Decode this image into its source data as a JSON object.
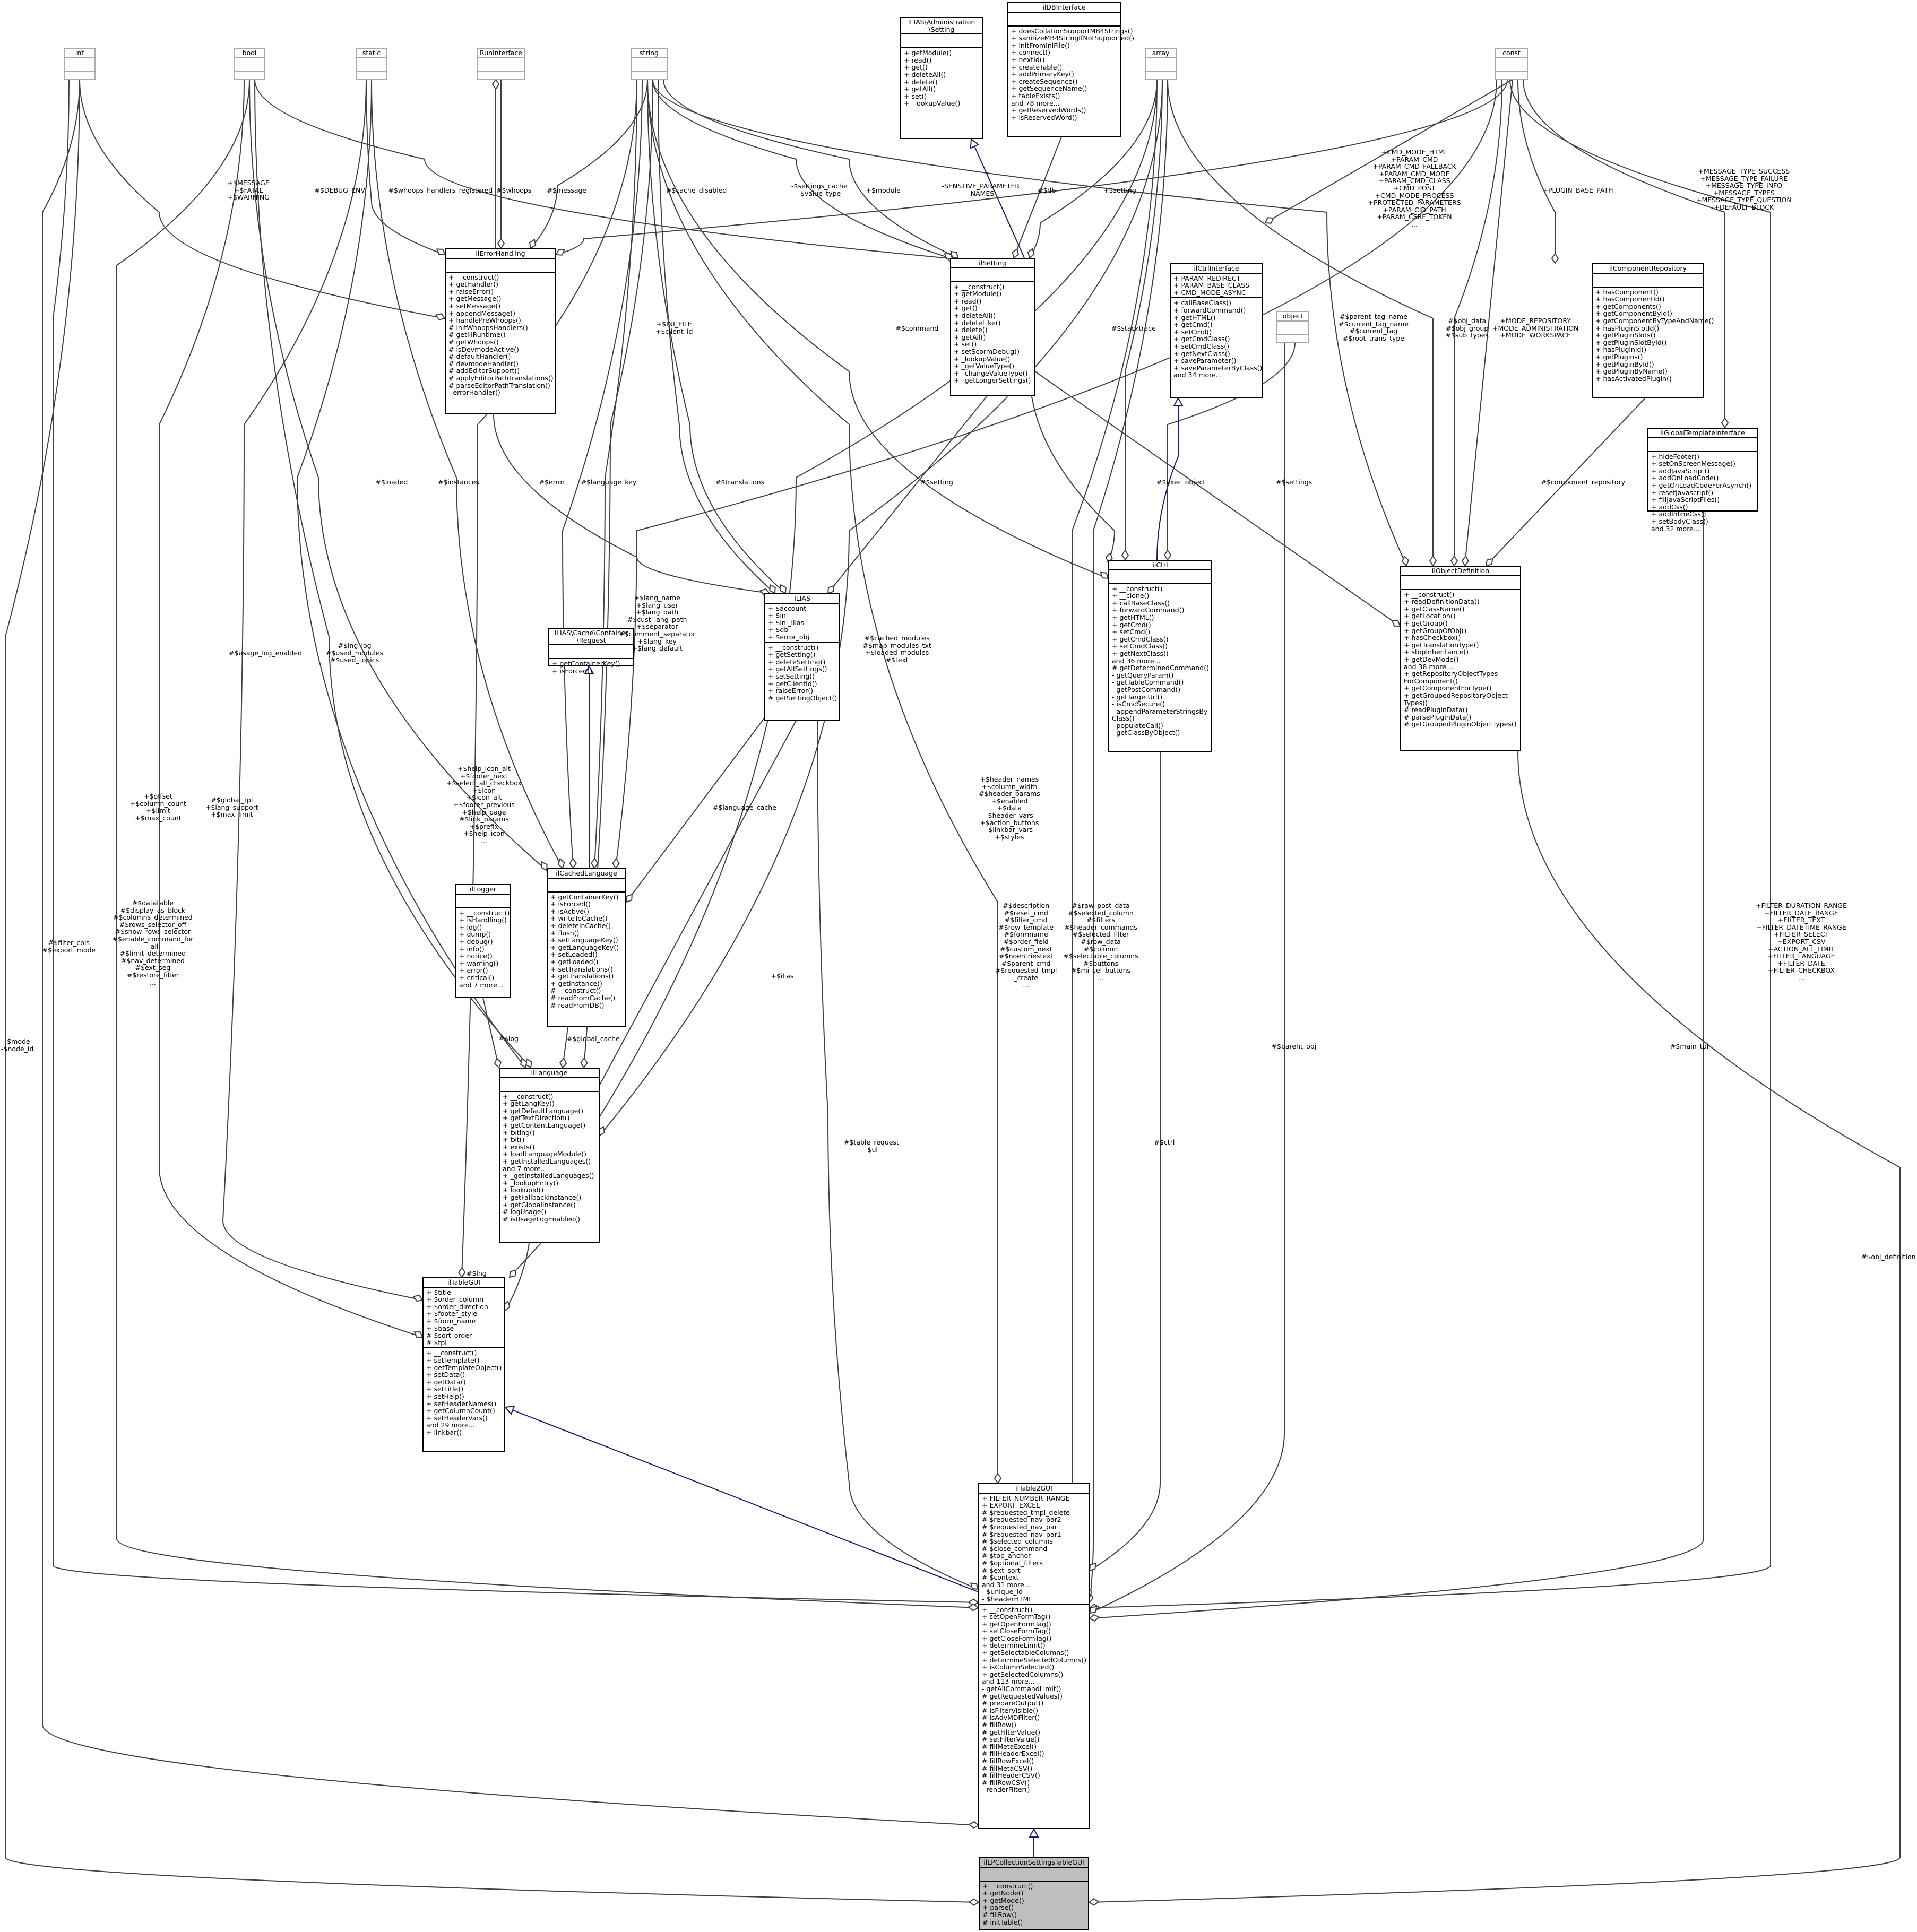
{
  "classes": {
    "int": {
      "title": "int",
      "attrs": [],
      "methods": []
    },
    "bool": {
      "title": "bool",
      "attrs": [],
      "methods": []
    },
    "static": {
      "title": "static",
      "attrs": [],
      "methods": []
    },
    "run": {
      "title": "RunInterface",
      "attrs": [],
      "methods": []
    },
    "string": {
      "title": "string",
      "attrs": [],
      "methods": []
    },
    "ilias_setting": {
      "title": "ILIAS\\Administration\n\\Setting",
      "attrs": [],
      "methods": [
        "+ getModule()",
        "+ read()",
        "+ get()",
        "+ deleteAll()",
        "+ delete()",
        "+ getAll()",
        "+ set()",
        "+ _lookupValue()"
      ]
    },
    "dbi": {
      "title": "ilDBInterface",
      "attrs": [],
      "methods": [
        "+ doesCollationSupportMB4Strings()",
        "+ sanitizeMB4StringIfNotSupported()",
        "+ initFromIniFile()",
        "+ connect()",
        "+ nextId()",
        "+ createTable()",
        "+ addPrimaryKey()",
        "+ createSequence()",
        "+ getSequenceName()",
        "+ tableExists()",
        "and 78 more...",
        "+ getReservedWords()",
        "+ isReservedWord()"
      ]
    },
    "array": {
      "title": "array",
      "attrs": [],
      "methods": []
    },
    "const": {
      "title": "const",
      "attrs": [],
      "methods": []
    },
    "err": {
      "title": "ilErrorHandling",
      "attrs": [],
      "methods": [
        "+ __construct()",
        "+ getHandler()",
        "+ raiseError()",
        "+ getMessage()",
        "+ setMessage()",
        "+ appendMessage()",
        "+ handlePreWhoops()",
        "# initWhoopsHandlers()",
        "# getIliRuntime()",
        "# getWhoops()",
        "# isDevmodeActive()",
        "# defaultHandler()",
        "# devmodeHandler()",
        "# addEditorSupport()",
        "# applyEditorPathTranslations()",
        "# parseEditorPathTranslation()",
        "- errorHandler()"
      ]
    },
    "ilsetting": {
      "title": "ilSetting",
      "attrs": [],
      "methods": [
        "+ __construct()",
        "+ getModule()",
        "+ read()",
        "+ get()",
        "+ deleteAll()",
        "+ deleteLike()",
        "+ delete()",
        "+ getAll()",
        "+ set()",
        "+ setScormDebug()",
        "+ _lookupValue()",
        "+ _getValueType()",
        "+ _changeValueType()",
        "+ _getLongerSettings()"
      ]
    },
    "ctrlif": {
      "title": "ilCtrlInterface",
      "attrs": [
        "+ PARAM_REDIRECT",
        "+ PARAM_BASE_CLASS",
        "+ CMD_MODE_ASYNC"
      ],
      "methods": [
        "+ callBaseClass()",
        "+ forwardCommand()",
        "+ getHTML()",
        "+ getCmd()",
        "+ setCmd()",
        "+ getCmdClass()",
        "+ setCmdClass()",
        "+ getNextClass()",
        "+ saveParameter()",
        "+ saveParameterByClass()",
        "and 34 more..."
      ]
    },
    "object": {
      "title": "object",
      "attrs": [],
      "methods": []
    },
    "comprepo": {
      "title": "ilComponentRepository",
      "attrs": [],
      "methods": [
        "+ hasComponent()",
        "+ hasComponentId()",
        "+ getComponents()",
        "+ getComponentById()",
        "+ getComponentByTypeAndName()",
        "+ hasPluginSlotId()",
        "+ getPluginSlots()",
        "+ getPluginSlotById()",
        "+ hasPluginId()",
        "+ getPlugins()",
        "+ getPluginById()",
        "+ getPluginByName()",
        "+ hasActivatedPlugin()"
      ]
    },
    "gtpl": {
      "title": "ilGlobalTemplateInterface",
      "attrs": [],
      "methods": [
        "+ hideFooter()",
        "+ setOnScreenMessage()",
        "+ addJavaScript()",
        "+ addOnLoadCode()",
        "+ getOnLoadCodeForAsynch()",
        "+ resetJavascript()",
        "+ fillJavaScriptFiles()",
        "+ addCss()",
        "+ addInlineCss()",
        "+ setBodyClass()",
        "and 32 more..."
      ]
    },
    "cachereq": {
      "title": "ILIAS\\Cache\\Container\n\\Request",
      "attrs": [],
      "methods": [
        "+ getContainerKey()",
        "+ isForced()"
      ]
    },
    "ilias": {
      "title": "ILIAS",
      "attrs": [
        "+ $account",
        "+ $ini",
        "+ $ini_ilias",
        "+ $db",
        "+ $error_obj"
      ],
      "methods": [
        "+ __construct()",
        "+ getSetting()",
        "+ deleteSetting()",
        "+ getAllSettings()",
        "+ setSetting()",
        "+ getClientId()",
        "+ raiseError()",
        "# getSettingObject()"
      ]
    },
    "ctrl": {
      "title": "ilCtrl",
      "attrs": [],
      "methods": [
        "+ __construct()",
        "+ __clone()",
        "+ callBaseClass()",
        "+ forwardCommand()",
        "+ getHTML()",
        "+ getCmd()",
        "+ setCmd()",
        "+ getCmdClass()",
        "+ setCmdClass()",
        "+ getNextClass()",
        "and 36 more...",
        "# getDeterminedCommand()",
        "- getQueryParam()",
        "- getTableCommand()",
        "- getPostCommand()",
        "- getTargetUrl()",
        "- isCmdSecure()",
        "- appendParameterStringsBy",
        "Class()",
        "- populateCall()",
        "- getClassByObject()"
      ]
    },
    "objdef": {
      "title": "ilObjectDefinition",
      "attrs": [],
      "methods": [
        "+ __construct()",
        "+ readDefinitionData()",
        "+ getClassName()",
        "+ getLocation()",
        "+ getGroup()",
        "+ getGroupOfObj()",
        "+ hasCheckbox()",
        "+ getTranslationType()",
        "+ stopInheritance()",
        "+ getDevMode()",
        "and 38 more...",
        "+ getRepositoryObjectTypes",
        "ForComponent()",
        "+ getComponentForType()",
        "+ getGroupedRepositoryObject",
        "Types()",
        "# readPluginData()",
        "# parsePluginData()",
        "# getGroupedPluginObjectTypes()"
      ]
    },
    "cachedlang": {
      "title": "ilCachedLanguage",
      "attrs": [],
      "methods": [
        "+ getContainerKey()",
        "+ isForced()",
        "+ isActive()",
        "+ writeToCache()",
        "+ deleteInCache()",
        "+ flush()",
        "+ setLanguageKey()",
        "+ getLanguageKey()",
        "+ setLoaded()",
        "+ getLoaded()",
        "+ setTranslations()",
        "+ getTranslations()",
        "+ getInstance()",
        "# __construct()",
        "# readFromCache()",
        "# readFromDB()"
      ]
    },
    "logger": {
      "title": "ilLogger",
      "attrs": [],
      "methods": [
        "+ __construct()",
        "+ isHandling()",
        "+ log()",
        "+ dump()",
        "+ debug()",
        "+ info()",
        "+ notice()",
        "+ warning()",
        "+ error()",
        "+ critical()",
        "and 7 more..."
      ]
    },
    "lang": {
      "title": "ilLanguage",
      "attrs": [],
      "methods": [
        "+ __construct()",
        "+ getLangKey()",
        "+ getDefaultLanguage()",
        "+ getTextDirection()",
        "+ getContentLanguage()",
        "+ txtlng()",
        "+ txt()",
        "+ exists()",
        "+ loadLanguageModule()",
        "+ getInstalledLanguages()",
        "and 7 more...",
        "+ _getInstalledLanguages()",
        "+ _lookupEntry()",
        "+ lookupId()",
        "+ getFallbackInstance()",
        "+ getGlobalInstance()",
        "# logUsage()",
        "# isUsageLogEnabled()"
      ]
    },
    "tablegui": {
      "title": "ilTableGUI",
      "attrs": [
        "+ $title",
        "+ $order_column",
        "+ $order_direction",
        "+ $footer_style",
        "+ $form_name",
        "+ $base",
        "# $sort_order",
        "# $tpl"
      ],
      "methods": [
        "+ __construct()",
        "+ setTemplate()",
        "+ getTemplateObject()",
        "+ setData()",
        "+ getData()",
        "+ setTitle()",
        "+ setHelp()",
        "+ setHeaderNames()",
        "+ getColumnCount()",
        "+ setHeaderVars()",
        "and 29 more...",
        "+ linkbar()"
      ]
    },
    "table2gui": {
      "title": "ilTable2GUI",
      "attrs": [
        "+ FILTER_NUMBER_RANGE",
        "+ EXPORT_EXCEL",
        "# $requested_tmpl_delete",
        "# $requested_nav_par2",
        "# $requested_nav_par",
        "# $requested_nav_par1",
        "# $selected_columns",
        "# $close_command",
        "# $top_anchor",
        "# $optional_filters",
        "# $ext_sort",
        "# $context",
        "and 31 more...",
        "- $unique_id",
        "- $headerHTML"
      ],
      "methods": [
        "+ __construct()",
        "+ setOpenFormTag()",
        "+ getOpenFormTag()",
        "+ setCloseFormTag()",
        "+ getCloseFormTag()",
        "+ determineLimit()",
        "+ getSelectableColumns()",
        "+ determineSelectedColumns()",
        "+ isColumnSelected()",
        "+ getSelectedColumns()",
        "and 113 more...",
        "- getAllCommandLimit()",
        "# getRequestedValues()",
        "# prepareOutput()",
        "# isFilterVisible()",
        "# isAdvMDFilter()",
        "# fillRow()",
        "# getFilterValue()",
        "# setFilterValue()",
        "# fillMetaExcel()",
        "# fillHeaderExcel()",
        "# fillRowExcel()",
        "# fillMetaCSV()",
        "# fillHeaderCSV()",
        "# fillRowCSV()",
        "- renderFilter()"
      ]
    },
    "current": {
      "title": "ilLPCollectionSettingsTableGUI",
      "attrs": [],
      "methods": [
        "+ __construct()",
        "+ getNode()",
        "+ getMode()",
        "+ parse()",
        "# fillRow()",
        "# initTable()"
      ]
    }
  },
  "edge_labels": {
    "messages": "+$MESSAGE\n+$FATAL\n+$WARNING",
    "debug_env": "#$DEBUG_ENV",
    "whoops_reg": "#$whoops_handlers_registered",
    "whoops": "#$whoops",
    "message": "#$message",
    "cache_disabled": "#$cache_disabled",
    "settings_cache": "-$settings_cache\n-$value_type",
    "module": "+$module",
    "sensitive": "-SENSTIVE_PARAMETER\n_NAMES",
    "db": "#$db",
    "setting_ilsetting": "+$setting",
    "cmd_consts": "+CMD_MODE_HTML\n+PARAM_CMD\n+PARAM_CMD_FALLBACK\n+PARAM_CMD_MODE\n+PARAM_CMD_CLASS\n+CMD_POST\n+CMD_MODE_PROCESS\n+PROTECTED_PARAMETERS\n+PARAM_CID_PATH\n+PARAM_CSRF_TOKEN\n...",
    "plugin_base": "+PLUGIN_BASE_PATH",
    "message_types": "+MESSAGE_TYPE_SUCCESS\n+MESSAGE_TYPE_FAILURE\n+MESSAGE_TYPE_INFO\n+MESSAGE_TYPES\n+MESSAGE_TYPE_QUESTION\n+DEFAULT_BLOCK",
    "ini_file": "+$INI_FILE\n+$client_id",
    "command": "#$command",
    "stacktrace": "#$stacktrace",
    "parent_tag": "#$parent_tag_name\n#$current_tag_name\n#$current_tag\n#$root_trans_type",
    "obj_data": "#$obj_data\n#$obj_group\n#$sub_types",
    "mode_repo": "+MODE_REPOSITORY\n+MODE_ADMINISTRATION\n+MODE_WORKSPACE",
    "loaded": "#$loaded",
    "instances": "#$instances",
    "error": "#$error",
    "language_key": "#$language_key",
    "translations": "#$translations",
    "setting_ilias": "#$setting",
    "exec_object": "#$exec_object",
    "settings": "#$settings",
    "component_repository": "#$component_repository",
    "usage_log": "#$usage_log_enabled",
    "lng_log": "#$lng_log\n#$used_modules\n#$used_topics",
    "lang_name": "+$lang_name\n+$lang_user\n+$lang_path\n#$cust_lang_path\n+$separator\n+$comment_separator\n+$lang_key\n+$lang_default",
    "cached_modules": "#$cached_modules\n#$map_modules_txt\n+$loaded_modules\n#$text",
    "language_cache": "#$language_cache",
    "offset": "+$offset\n+$column_count\n+$limit\n+$max_count",
    "global_tpl": "#$global_tpl\n+$lang_support\n+$max_limit",
    "help_icon": "+$help_icon_alt\n+$footer_next\n+$select_all_checkbox\n+$icon\n+$icon_alt\n+$footer_previous\n+$help_page\n#$link_params\n+$prefix\n+$help_icon\n...",
    "header_names": "+$header_names\n+$column_width\n#$header_params\n+$enabled\n+$data\n-$header_vars\n+$action_buttons\n-$linkbar_vars\n+$styles",
    "ilias_edge": "+$ilias",
    "log": "#$log",
    "global_cache": "#$global_cache",
    "datatable": "#$datatable\n#$display_as_block\n#$columns_determined\n#$rows_selector_off\n#$show_rows_selector\n#$enable_command_for\n_all\n#$limit_determined\n#$nav_determined\n#$ext_seg\n#$restore_filter\n...",
    "filter_cols": "#$filter_cols\n#$export_mode",
    "description": "#$description\n#$reset_cmd\n#$filter_cmd\n#$row_template\n#$formname\n#$order_field\n#$custom_next\n#$noentriestext\n#$parent_cmd\n#$requested_tmpl\n_create\n...",
    "raw_post": "#$raw_post_data\n#$selected_column\n#$filters\n#$header_commands\n#$selected_filter\n#$row_data\n#$column\n#$selectable_columns\n#$buttons\n#$mi_sel_buttons\n...",
    "filter_consts": "+FILTER_DURATION_RANGE\n+FILTER_DATE_RANGE\n+FILTER_TEXT\n+FILTER_DATETIME_RANGE\n+FILTER_SELECT\n+EXPORT_CSV\n+ACTION_ALL_LIMIT\n+FILTER_LANGUAGE\n+FILTER_DATE\n+FILTER_CHECKBOX\n...",
    "lng": "#$lng",
    "table_request": "#$table_request\n-$ui",
    "ctrl_edge": "#$ctrl",
    "parent_obj": "#$parent_obj",
    "main_tpl": "#$main_tpl",
    "obj_definition": "#$obj_definition",
    "mode_node": "-$mode\n-$node_id"
  }
}
